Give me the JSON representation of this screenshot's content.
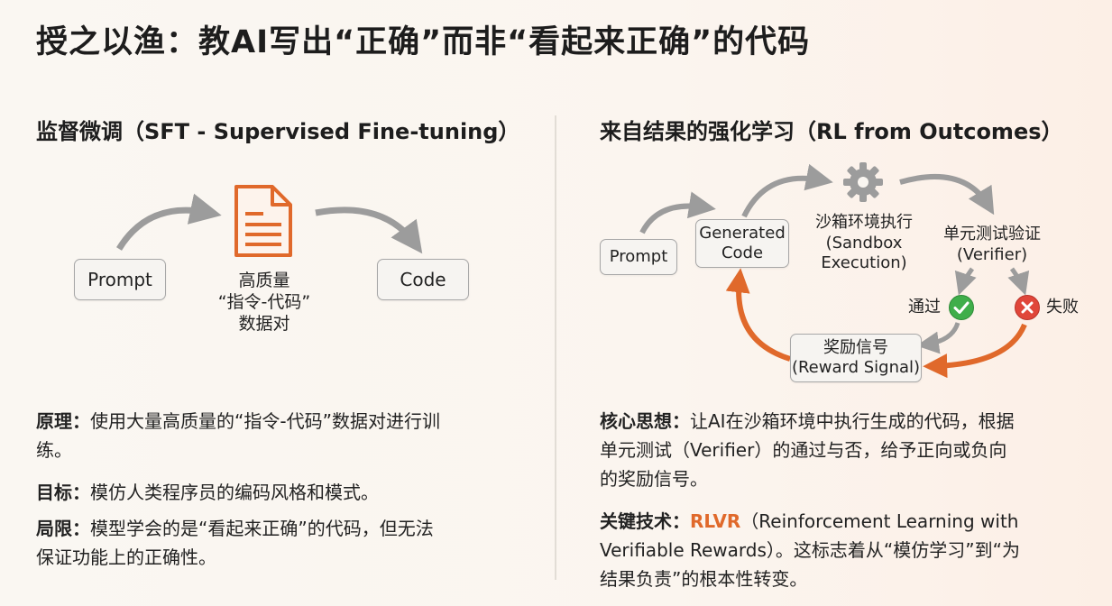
{
  "title": "授之以渔：教AI写出“正确”而非“看起来正确”的代码",
  "left": {
    "heading": "监督微调（SFT - Supervised Fine-tuning）",
    "prompt": "Prompt",
    "doc_label_1": "高质量",
    "doc_label_2": "“指令-代码”",
    "doc_label_3": "数据对",
    "code": "Code",
    "principle_key": "原理：",
    "principle_text_1": "使用大量高质量的“指令-代码”数据对进行训",
    "principle_text_2": "练。",
    "goal_key": "目标：",
    "goal_text": "模仿人类程序员的编码风格和模式。",
    "limit_key": "局限：",
    "limit_text_1": "模型学会的是“看起来正确”的代码，但无法",
    "limit_text_2": "保证功能上的正确性。"
  },
  "right": {
    "heading": "来自结果的强化学习（RL from Outcomes）",
    "prompt": "Prompt",
    "generated_1": "Generated",
    "generated_2": "Code",
    "sandbox_1": "沙箱环境执行",
    "sandbox_2": "(Sandbox",
    "sandbox_3": "Execution)",
    "verifier_1": "单元测试验证",
    "verifier_2": "(Verifier)",
    "pass": "通过",
    "fail": "失败",
    "reward_1": "奖励信号",
    "reward_2": "(Reward Signal)",
    "core_key": "核心思想：",
    "core_text_1": "让AI在沙箱环境中执行生成的代码，根据",
    "core_text_2": "单元测试（Verifier）的通过与否，给予正向或负向",
    "core_text_3": "的奖励信号。",
    "tech_key": "关键技术：",
    "tech_hl": "RLVR",
    "tech_text_1": "（Reinforcement Learning with",
    "tech_text_2": "Verifiable Rewards）。这标志着从“模仿学习”到“为",
    "tech_text_3": "结果负责”的根本性转变。"
  },
  "colors": {
    "accent": "#e0692b",
    "pass": "#3fae4a",
    "fail": "#e0463a",
    "arrow": "#9c9c9c"
  },
  "icons": [
    "document-icon",
    "gear-icon",
    "check-icon",
    "cross-icon"
  ]
}
